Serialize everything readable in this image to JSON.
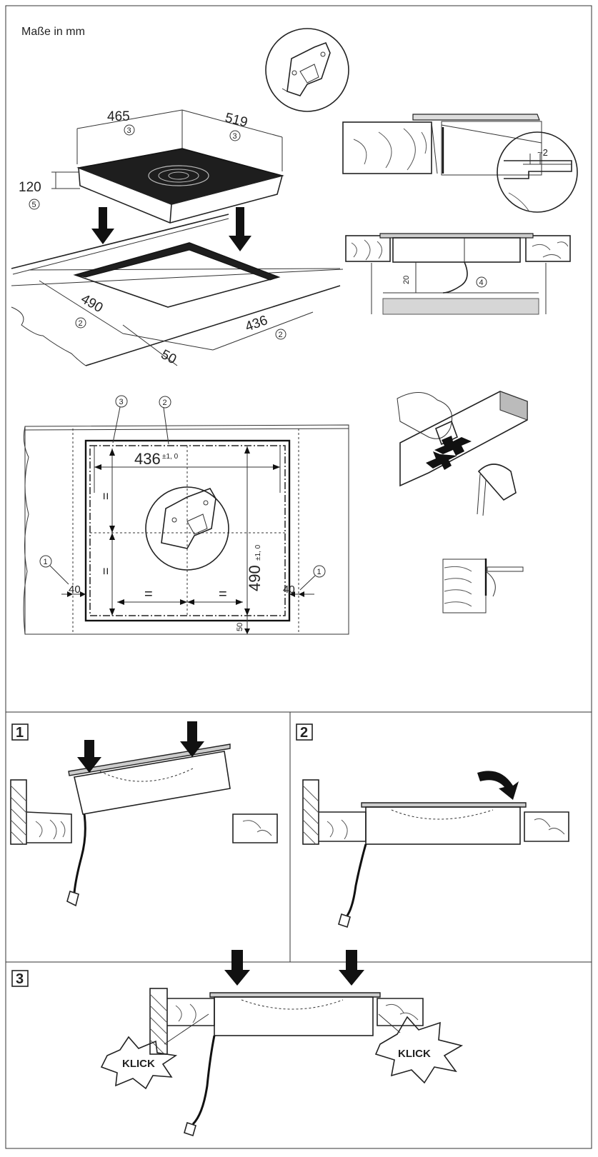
{
  "header": {
    "units_label": "Maße in mm"
  },
  "top_diagram": {
    "width": "465",
    "depth": "519",
    "height": "120",
    "cutout_depth": "490",
    "cutout_width": "436",
    "front_distance": "50",
    "ref_width": "3",
    "ref_depth": "3",
    "ref_height": "5",
    "ref_cutout_depth": "2",
    "ref_cutout_width": "2"
  },
  "side_detail": {
    "gap": "~2"
  },
  "section_detail": {
    "clearance": "20",
    "ref_cable": "4"
  },
  "plan_view": {
    "ref_top_left": "3",
    "ref_top_right": "2",
    "cutout_width": "436",
    "cutout_width_tol": "±1, 0",
    "cutout_depth": "490",
    "cutout_depth_tol": "±1, 0",
    "equal_1": "=",
    "equal_2": "=",
    "equal_v1": "=",
    "equal_v2": "=",
    "min_side_left": "40",
    "min_side_right": "40",
    "ref_side_left": "1",
    "ref_side_right": "1",
    "front_distance": "50"
  },
  "steps": [
    {
      "number": "1"
    },
    {
      "number": "2"
    },
    {
      "number": "3",
      "klick_left": "KLICK",
      "klick_right": "KLICK"
    }
  ]
}
